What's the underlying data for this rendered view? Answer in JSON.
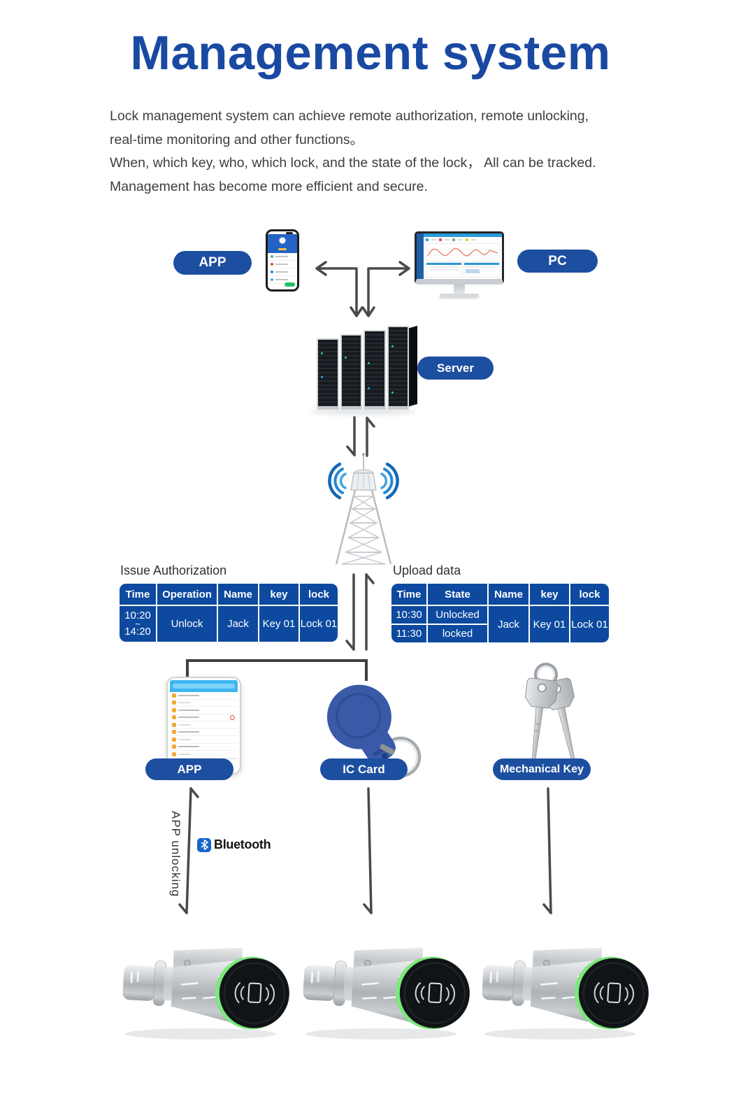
{
  "title": "Management system",
  "intro": {
    "line1": "Lock management system can achieve remote authorization, remote unlocking,",
    "line2": "real-time monitoring and other functions。",
    "line3": "When, which key, who, which lock, and the state of the lock， All can be tracked.",
    "line4": "Management has become more efficient and secure."
  },
  "pills": {
    "app_top": "APP",
    "pc": "PC",
    "server": "Server",
    "app_bottom": "APP",
    "ic_card": "IC Card",
    "mechanical_key": "Mechanical Key"
  },
  "issue_table": {
    "heading": "Issue Authorization",
    "headers": [
      "Time",
      "Operation",
      "Name",
      "key",
      "lock"
    ],
    "row": {
      "time_from": "10:20",
      "tilde": "~",
      "time_to": "14:20",
      "operation": "Unlock",
      "name": "Jack",
      "key": "Key 01",
      "lock": "Lock 01"
    }
  },
  "upload_table": {
    "heading": "Upload data",
    "headers": [
      "Time",
      "State",
      "Name",
      "key",
      "lock"
    ],
    "rows": [
      {
        "time": "10:30",
        "state": "Unlocked"
      },
      {
        "time": "11:30",
        "state": "locked"
      }
    ],
    "merged": {
      "name": "Jack",
      "key": "Key 01",
      "lock": "Lock 01"
    }
  },
  "annotations": {
    "app_unlocking": "APP unlocking",
    "bluetooth": "Bluetooth"
  },
  "icons": {
    "bluetooth_icon": "bluetooth-rune",
    "signal_waves_icon": "radio-arcs",
    "card_reader_icon": "card-with-waves"
  },
  "colors": {
    "title_blue": "#1a49a2",
    "pill_blue": "#1d4fa0",
    "table_blue": "#0d4a9f",
    "arrow_gray": "#4a4a4a",
    "signal_blue": "#2287d3",
    "bluetooth_blue": "#1565c8",
    "lock_ring_green": "#7ce87c"
  }
}
